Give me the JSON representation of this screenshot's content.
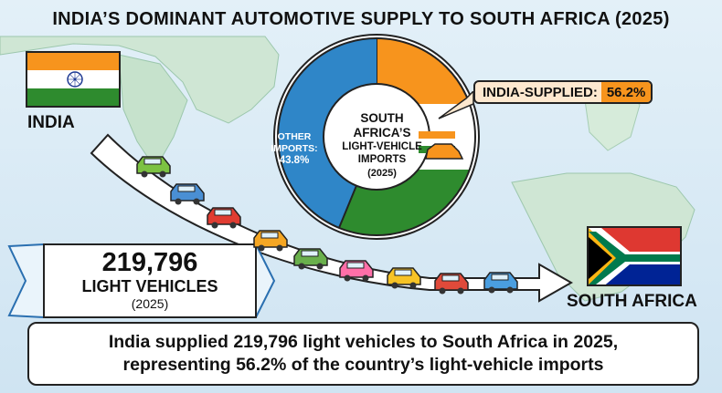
{
  "title": "INDIA’S DOMINANT AUTOMOTIVE SUPPLY TO SOUTH AFRICA (2025)",
  "origin_label": "INDIA",
  "destination_label": "SOUTH AFRICA",
  "stat": {
    "number": "219,796",
    "label": "LIGHT VEHICLES",
    "year": "(2025)"
  },
  "center_label": {
    "line1": "SOUTH",
    "line2": "AFRICA’S",
    "line3": "LIGHT-VEHICLE",
    "line4": "IMPORTS",
    "line5": "(2025)"
  },
  "callout": {
    "label": "INDIA-SUPPLIED:",
    "value": "56.2%"
  },
  "other_label": {
    "line1": "OTHER",
    "line2": "IMPORTS:",
    "line3": "43.8%"
  },
  "summary": {
    "line1": "India supplied 219,796 light vehicles to South Africa in 2025,",
    "line2": "representing 56.2% of the country’s light-vehicle imports"
  },
  "chart_data": {
    "type": "pie",
    "title": "SOUTH AFRICA’S LIGHT-VEHICLE IMPORTS (2025)",
    "slices": [
      {
        "label": "INDIA-SUPPLIED",
        "value": 56.2,
        "colors": [
          "#f7941d",
          "#ffffff",
          "#2e8b2e"
        ]
      },
      {
        "label": "OTHER IMPORTS",
        "value": 43.8,
        "color": "#2f86c8"
      }
    ]
  },
  "colors": {
    "saffron": "#f7941d",
    "green": "#2e8b2e",
    "blue": "#2f86c8",
    "dark_blue": "#1f5fa8"
  },
  "car_colors": [
    "#7cc242",
    "#4a8fd4",
    "#e03c31",
    "#f5a623",
    "#6ab04c",
    "#ff6fa8",
    "#f7c325",
    "#e04a3a",
    "#4a9ee0"
  ]
}
